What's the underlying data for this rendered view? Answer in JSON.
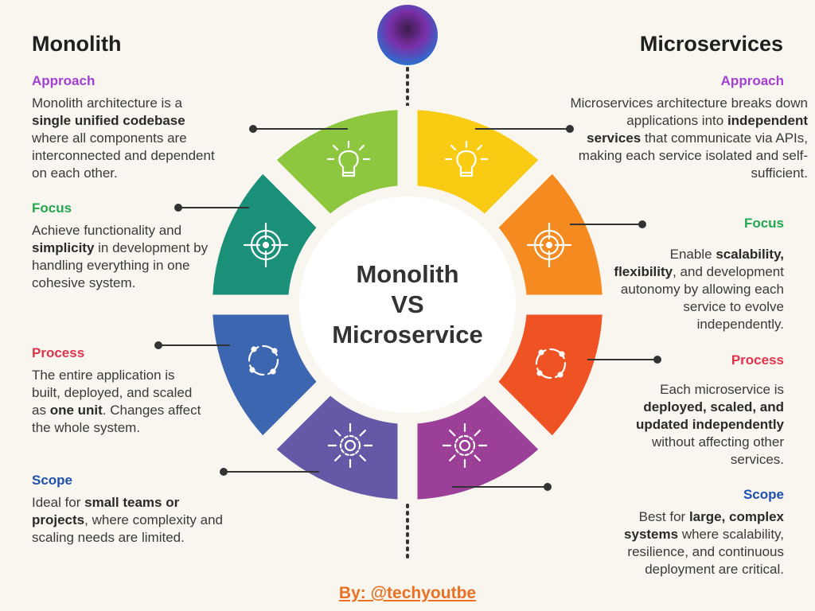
{
  "left": {
    "title": "Monolith",
    "approach": {
      "heading": "Approach",
      "parts": [
        "Monolith architecture is a ",
        "single unified codebase",
        " where all components are interconnected and dependent on each other."
      ]
    },
    "focus": {
      "heading": "Focus",
      "parts": [
        "Achieve functionality and ",
        "simplicity",
        " in development by handling everything in one cohesive system."
      ]
    },
    "process": {
      "heading": "Process",
      "parts": [
        "The entire application is built, deployed, and scaled as ",
        "one unit",
        ". Changes affect the whole system."
      ]
    },
    "scope": {
      "heading": "Scope",
      "parts": [
        "Ideal for ",
        "small teams or projects",
        ", where complexity and scaling needs are limited."
      ]
    }
  },
  "right": {
    "title": "Microservices",
    "approach": {
      "heading": "Approach",
      "parts": [
        "Microservices architecture breaks down applications into ",
        "independent services",
        " that communicate via APIs, making each service isolated and self-sufficient."
      ]
    },
    "focus": {
      "heading": "Focus",
      "parts": [
        "Enable ",
        "scalability, flexibility",
        ", and development autonomy by allowing each service to evolve independently."
      ]
    },
    "process": {
      "heading": "Process",
      "parts": [
        "Each microservice is ",
        "deployed, scaled, and updated independently",
        " without affecting other services."
      ]
    },
    "scope": {
      "heading": "Scope",
      "parts": [
        "Best for ",
        "large, complex systems",
        " where scalability, resilience, and continuous deployment are critical."
      ]
    }
  },
  "center": {
    "line1": "Monolith",
    "line2": "VS",
    "line3": "Microservice"
  },
  "credit": "By: @techyoutbe",
  "colors": {
    "approach": "#a43fd4",
    "focus": "#22a650",
    "process": "#e0334c",
    "scope": "#1c4fae",
    "segments": [
      "#f9cb12",
      "#f58b20",
      "#ef5323",
      "#9c3f98",
      "#6459a7",
      "#3d66b0",
      "#1a9079",
      "#8dc63f"
    ]
  },
  "segment_icons": [
    "lightbulb-icon",
    "target-icon",
    "cycle-icon",
    "gear-arrows-icon",
    "gear-arrows-icon",
    "cycle-icon",
    "target-icon",
    "lightbulb-icon"
  ]
}
